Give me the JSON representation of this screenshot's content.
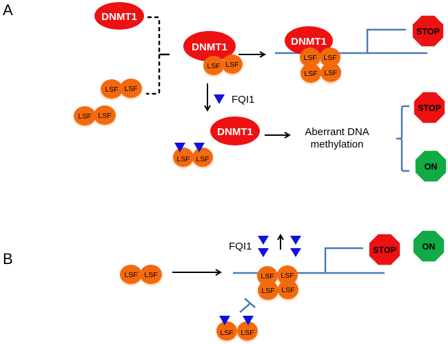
{
  "figure": {
    "panels": {
      "a": {
        "label": "A"
      },
      "b": {
        "label": "B"
      }
    },
    "proteins": {
      "dnmt1": "DNMT1",
      "lsf": "LSF"
    },
    "compound": {
      "name": "FQI1"
    },
    "outcome": {
      "line1": "Aberrant DNA",
      "line2": "methylation"
    },
    "signs": {
      "stop": "STOP",
      "on": "ON"
    },
    "colors": {
      "dnmt1": "#ee1111",
      "lsf": "#f26b0f",
      "fqi1": "#1010e0",
      "dna": "#4a7ab8",
      "stop": "#ee1111",
      "on": "#11aa44"
    }
  }
}
